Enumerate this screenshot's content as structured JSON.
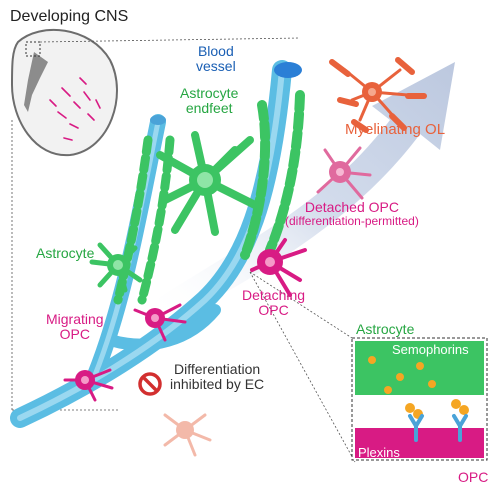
{
  "title": "Developing CNS",
  "labels": {
    "blood_vessel": [
      "Blood",
      "vessel"
    ],
    "astrocyte_endfeet": [
      "Astrocyte",
      "endfeet"
    ],
    "myelinating_ol": "Myelinating OL",
    "detached_opc": [
      "Detached OPC",
      "(differentiation-permitted)"
    ],
    "astrocyte": "Astrocyte",
    "detaching_opc": [
      "Detaching",
      "OPC"
    ],
    "migrating_opc": [
      "Migrating",
      "OPC"
    ],
    "differentiation_inhibited": [
      "Differentiation",
      "inhibited by EC"
    ]
  },
  "inset": {
    "astrocyte": "Astrocyte",
    "semophorins": "Semophorins",
    "plexins": "Plexins",
    "opc": "OPC"
  },
  "colors": {
    "vessel": "#5bbde3",
    "astrocyte": "#3cc463",
    "opc": "#d81b84",
    "ol": "#e8623c",
    "blue_text": "#1a5fb4",
    "green_text": "#26a642",
    "arrow": "#c9d3e6",
    "semophorin": "#f5a623",
    "plexin": "#4aa3d8"
  },
  "icons": [
    "brain-section-icon",
    "inhibition-icon"
  ]
}
